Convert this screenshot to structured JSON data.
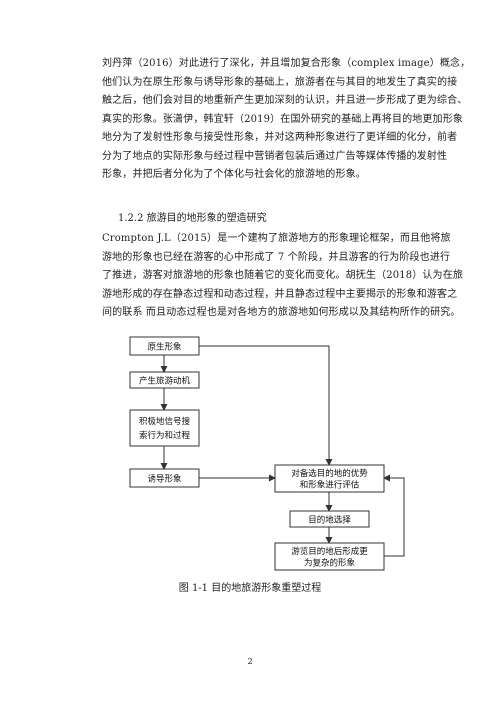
{
  "paragraph1": {
    "lines": [
      "刘丹萍（2016）对此进行了深化，并且增加复合形象（complex image）概念，",
      "他们认为在原生形象与诱导形象的基础上，旅游者在与其目的地发生了真实的接",
      "触之后，他们会对目的地重新产生更加深刻的认识，并且进一步形成了更为综合、",
      "真实的形象。张潇伊，韩宜轩（2019）在国外研究的基础上再将目的地更加形象",
      "地分为了发射性形象与接受性形象，并对这两种形象进行了更详细的化分，前者",
      "分为了地点的实际形象与经过程中营销者包装后通过广告等媒体传播的发射性",
      "形象，并把后者分化为了个体化与社会化的旅游地的形象。"
    ]
  },
  "section_heading": "1.2.2 旅游目的地形象的塑造研究",
  "paragraph2": {
    "lines": [
      "Crompton J.L（2015）是一个建构了旅游地方的形象理论框架，而且他将旅",
      "游地的形象也已经在游客的心中形成了 7 个阶段，并且游客的行为阶段也进行",
      "了推进，游客对旅游地的形象也随着它的变化而变化。胡抚生（2018）认为在旅",
      "游地形成的存在静态过程和动态过程，并且静态过程中主要揭示的形象和游客之",
      "间的联系 而且动态过程也是对各地方的旅游地如何形成以及其结构所作的研究。"
    ]
  },
  "flowchart": {
    "boxes": {
      "original_image": [
        "原生形象"
      ],
      "travel_motive": [
        "产生旅游动机"
      ],
      "info_search": [
        "积极地信号搜",
        "索行为和过程"
      ],
      "induced_image": [
        "诱导形象"
      ],
      "evaluate": [
        "对备选目的地的优势",
        "和形象进行评估"
      ],
      "choose": [
        "目的地选择"
      ],
      "complex_image": [
        "游览目的地后形成更",
        "为复杂的形象"
      ]
    }
  },
  "caption": "图 1-1  目的地旅游形象重塑过程",
  "page_number": "2"
}
